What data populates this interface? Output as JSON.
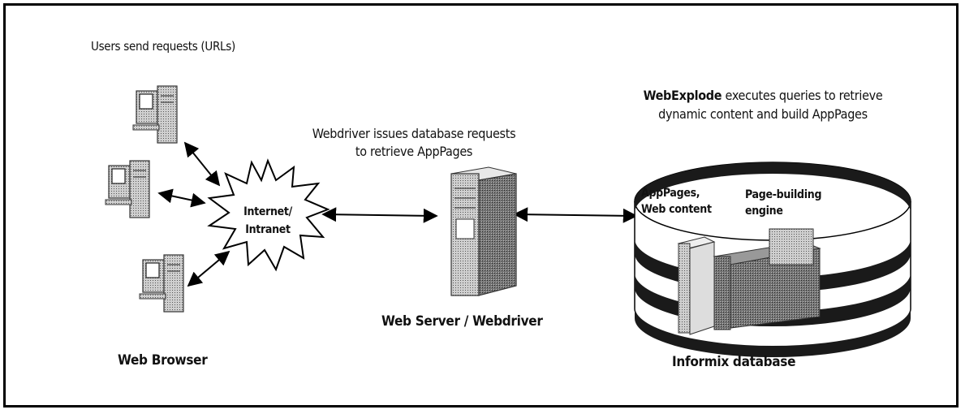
{
  "captions": {
    "users": "Users send requests (URLs)",
    "webdriver_line1": "Webdriver issues database requests",
    "webdriver_line2": "to retrieve AppPages",
    "webexplode_name": "WebExplode",
    "webexplode_line1_rest": " executes queries to retrieve",
    "webexplode_line2": "dynamic content and build AppPages",
    "cloud_line1": "Internet/",
    "cloud_line2": "Intranet",
    "store_apppages_line1": "AppPages,",
    "store_apppages_line2": "Web content",
    "store_engine_line1": "Page-building",
    "store_engine_line2": "engine",
    "web_browser": "Web Browser",
    "web_server": "Web Server / Webdriver",
    "informix_db": "Informix database"
  },
  "icons": [
    "computer-icon",
    "starburst-cloud-icon",
    "server-tower-icon",
    "database-cylinder-icon"
  ]
}
